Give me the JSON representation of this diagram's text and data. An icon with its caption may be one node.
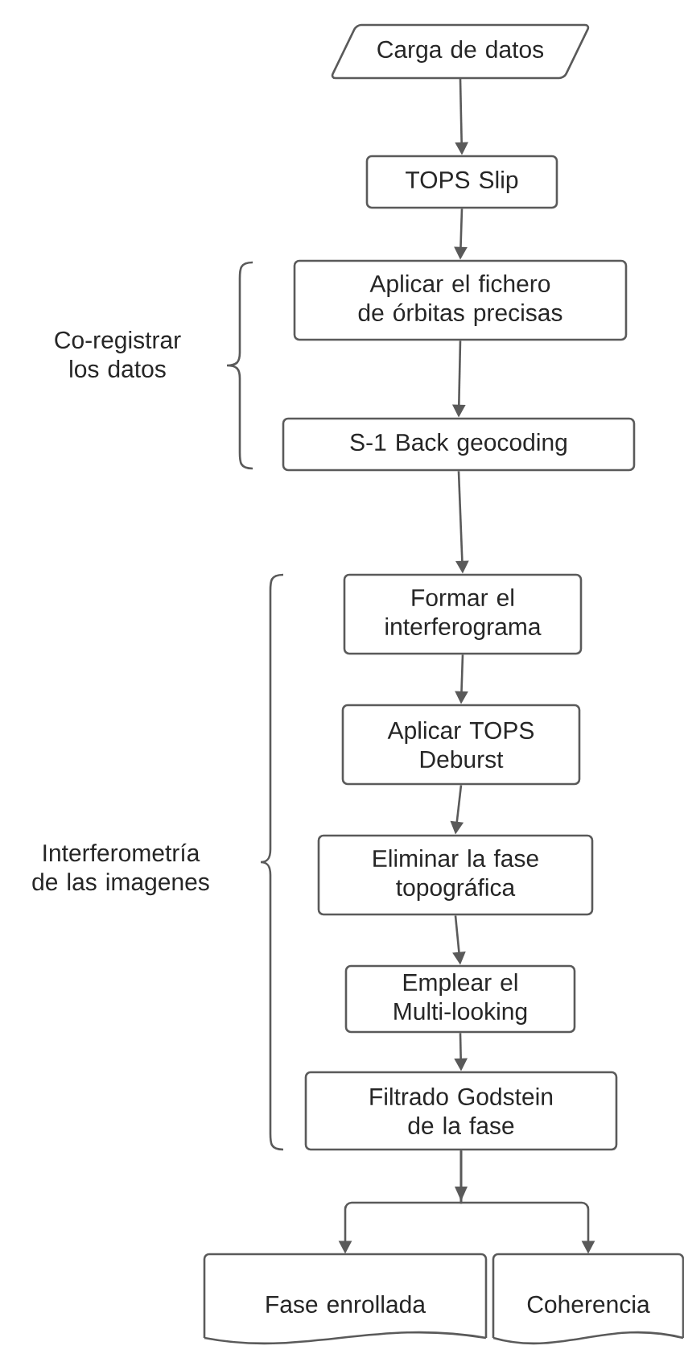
{
  "diagram": {
    "nodes": [
      {
        "text": [
          "Carga de datos"
        ]
      },
      {
        "text": [
          "TOPS Slip"
        ]
      },
      {
        "text": [
          "Aplicar el fichero de órbitas precisas"
        ]
      },
      {
        "text": [
          "S-1 Back geocoding"
        ]
      },
      {
        "text": [
          "Formar el interferograma"
        ]
      },
      {
        "text": [
          "Aplicar TOPS Deburst"
        ]
      },
      {
        "text": [
          "Eliminar la fase topográfica"
        ]
      },
      {
        "text": [
          "Emplear el Multi-looking"
        ]
      },
      {
        "text": [
          "Filtrado Godstein de la fase"
        ]
      },
      {
        "text": [
          "Fase  enrollada"
        ]
      },
      {
        "text": [
          "Coherencia"
        ]
      }
    ],
    "edges": [
      {
        "from": 0,
        "to": 1,
        "arrow": "to"
      },
      {
        "from": 1,
        "to": 2,
        "arrow": "to"
      },
      {
        "from": 2,
        "to": 3,
        "arrow": "to"
      },
      {
        "from": 3,
        "to": 4,
        "arrow": "to"
      },
      {
        "from": 4,
        "to": 5,
        "arrow": "to"
      },
      {
        "from": 5,
        "to": 6,
        "arrow": "to"
      },
      {
        "from": 6,
        "to": 7,
        "arrow": "to"
      },
      {
        "from": 7,
        "to": 8,
        "arrow": "to"
      },
      {
        "from": 8,
        "to": 9,
        "arrow": "to"
      },
      {
        "from": 8,
        "to": 10,
        "arrow": "to"
      }
    ],
    "labels": [
      "Co-registrar los datos",
      "Interferometría de las imagenes"
    ]
  }
}
